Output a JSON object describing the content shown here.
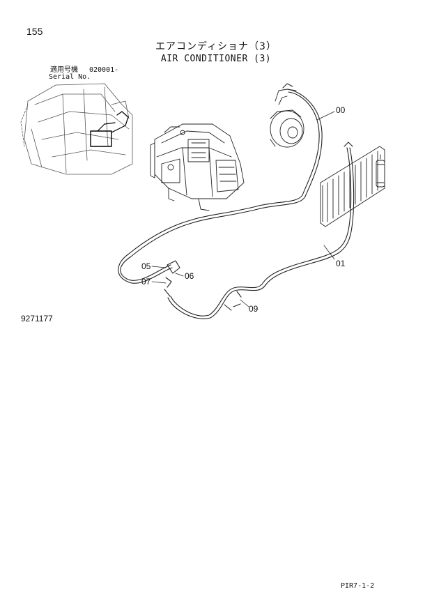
{
  "page": {
    "number": "155",
    "title_jp": "エアコンディショナ（3）",
    "title_en": "AIR CONDITIONER (3)",
    "serial_label_jp": "適用号機",
    "serial_value": "020001-",
    "serial_label_en": "Serial No.",
    "figure_number": "9271177",
    "page_code": "PIR7-1-2"
  },
  "callouts": {
    "c00": "00",
    "c01": "01",
    "c05": "05",
    "c06": "06",
    "c07": "07",
    "c09": "09"
  }
}
